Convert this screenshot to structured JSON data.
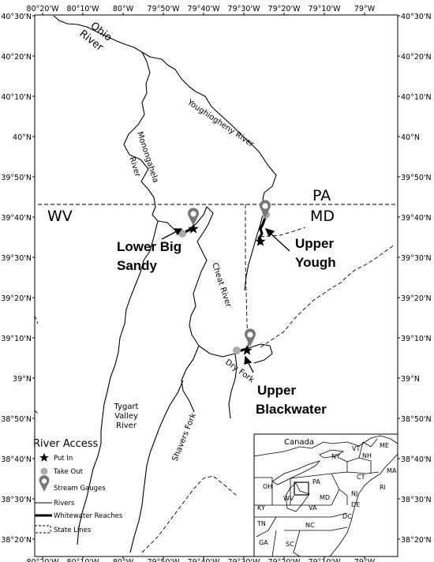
{
  "lon_labels": [
    "80°20'W",
    "80°10'W",
    "80°W",
    "79°50'W",
    "79°40'W",
    "79°30'W",
    "79°20'W",
    "79°10'W",
    "79°W"
  ],
  "lat_labels": [
    "40°30'N",
    "40°20'N",
    "40°10'N",
    "40°N",
    "39°50'N",
    "39°40'N",
    "39°30'N",
    "39°20'N",
    "39°10'N",
    "39°N",
    "38°50'N",
    "38°40'N",
    "38°30'N",
    "38°20'N"
  ],
  "states": {
    "pa": "PA",
    "md": "MD",
    "wv": "WV"
  },
  "rivers": {
    "ohio_1": "Ohio",
    "ohio_2": "River",
    "youghiogheny": "Youghiogheny River",
    "monongahela_1": "Monongahela",
    "monongahela_2": "River",
    "cheat": "Cheat River",
    "dry_fork": "Dry Fork",
    "tygart_1": "Tygart",
    "tygart_2": "Valley",
    "tygart_3": "River",
    "shavers": "Shavers Fork"
  },
  "reaches": {
    "lower_big_sandy_1": "Lower Big",
    "lower_big_sandy_2": "Sandy",
    "upper_yough_1": "Upper",
    "upper_yough_2": "Yough",
    "upper_blackwater_1": "Upper",
    "upper_blackwater_2": "Blackwater"
  },
  "legend": {
    "title": "River Access",
    "put_in": "Put In",
    "take_out": "Take Out",
    "stream_gauges": "Stream Gauges",
    "rivers": "Rivers",
    "whitewater": "Whitewater Reaches",
    "state_lines": "State Lines"
  },
  "inset": {
    "canada": "Canada",
    "ny": "NY",
    "vt": "VT",
    "nh": "NH",
    "me": "ME",
    "ma": "MA",
    "ct": "CT",
    "ri": "RI",
    "nj": "NJ",
    "pa": "PA",
    "oh": "OH",
    "wv": "WV",
    "md": "MD",
    "de": "DE",
    "va": "VA",
    "dc": "DC",
    "ky": "KY",
    "tn": "TN",
    "nc": "NC",
    "ga": "GA",
    "sc": "SC"
  },
  "colors": {
    "take_out": "#aaaaaa",
    "gauge": "#777777",
    "ink": "#000000"
  }
}
